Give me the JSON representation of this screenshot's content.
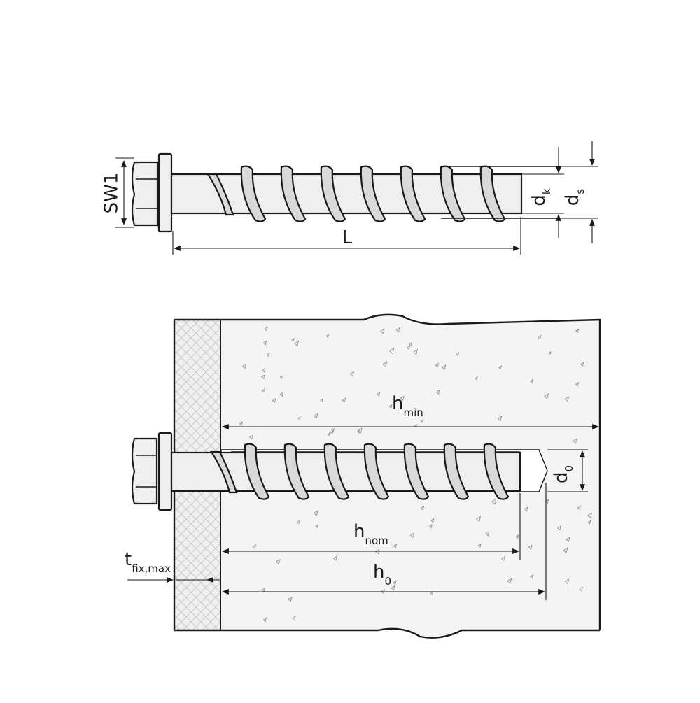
{
  "diagram": {
    "labels": {
      "sw1": "SW1",
      "L": "L",
      "dk": "d",
      "dk_sub": "k",
      "ds": "d",
      "ds_sub": "s",
      "hmin": "h",
      "hmin_sub": "min",
      "d0": "d",
      "d0_sub": "0",
      "hnom": "h",
      "hnom_sub": "nom",
      "h0": "h",
      "h0_sub": "0",
      "tfix": "t",
      "tfix_sub": "fix,max"
    },
    "colors": {
      "line": "#1a1a1a",
      "concrete": "#f4f4f4",
      "fixture": "#f0f0f0",
      "metal": "#efefef",
      "thread": "#d9d9d9"
    }
  }
}
